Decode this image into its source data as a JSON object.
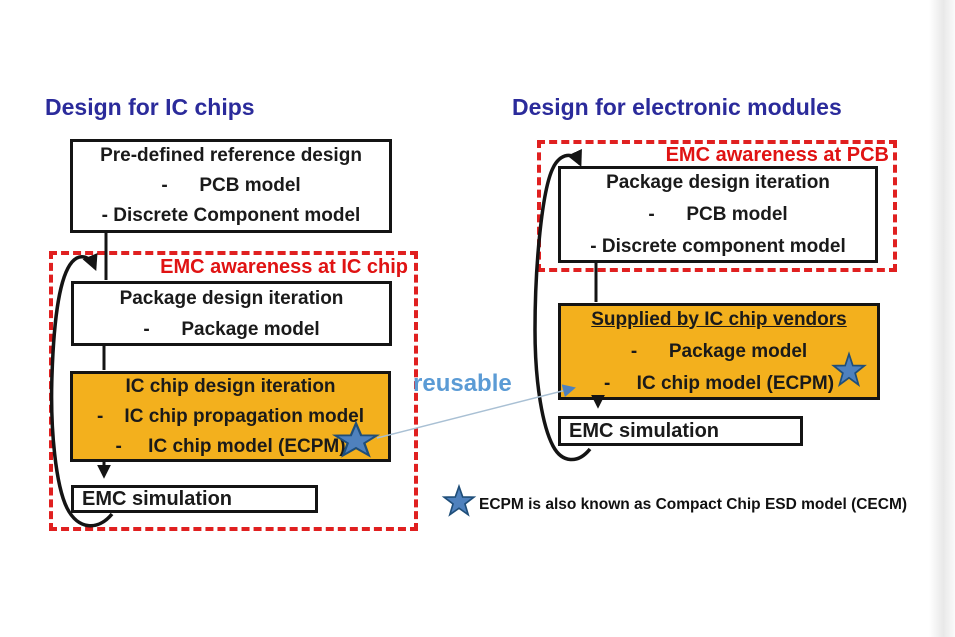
{
  "left": {
    "title": "Design for IC chips",
    "emc_label": "EMC awareness at IC chip",
    "reference_box": {
      "lines": [
        "Pre-defined reference design",
        "-      PCB model",
        "- Discrete Component model"
      ]
    },
    "package_box": {
      "lines": [
        "Package design iteration",
        "-      Package model"
      ]
    },
    "chip_box": {
      "lines": [
        "IC chip design iteration",
        "-    IC chip propagation model",
        "-     IC chip model (ECPM)"
      ]
    },
    "emc_sim": "EMC simulation"
  },
  "right": {
    "title": "Design for electronic modules",
    "emc_label": "EMC awareness at PCB",
    "package_box": {
      "lines": [
        "Package design iteration",
        "-      PCB model",
        "- Discrete component model"
      ]
    },
    "vendor_box": {
      "lines": [
        "Supplied by IC chip vendors",
        "-      Package model",
        "-     IC chip model (ECPM)"
      ]
    },
    "emc_sim": "EMC simulation"
  },
  "center": {
    "reusable_label": "reusable"
  },
  "legend": {
    "text": "ECPM is also known as Compact Chip ESD model (CECM)"
  },
  "icons": {
    "chip_model_star": "star-icon",
    "vendor_model_star": "star-icon",
    "legend_star": "star-icon"
  },
  "colors": {
    "title_blue": "#2b2b9b",
    "emc_red": "#e01313",
    "dashed_border_red": "#e02020",
    "highlight_orange": "#f3b01d",
    "box_border_black": "#141414",
    "arrow_black": "#141414",
    "star_fill": "#4f81bd",
    "star_stroke": "#1f4e79",
    "reusable_blue": "#5b9bd5",
    "leader_line": "#a9c0d4"
  }
}
